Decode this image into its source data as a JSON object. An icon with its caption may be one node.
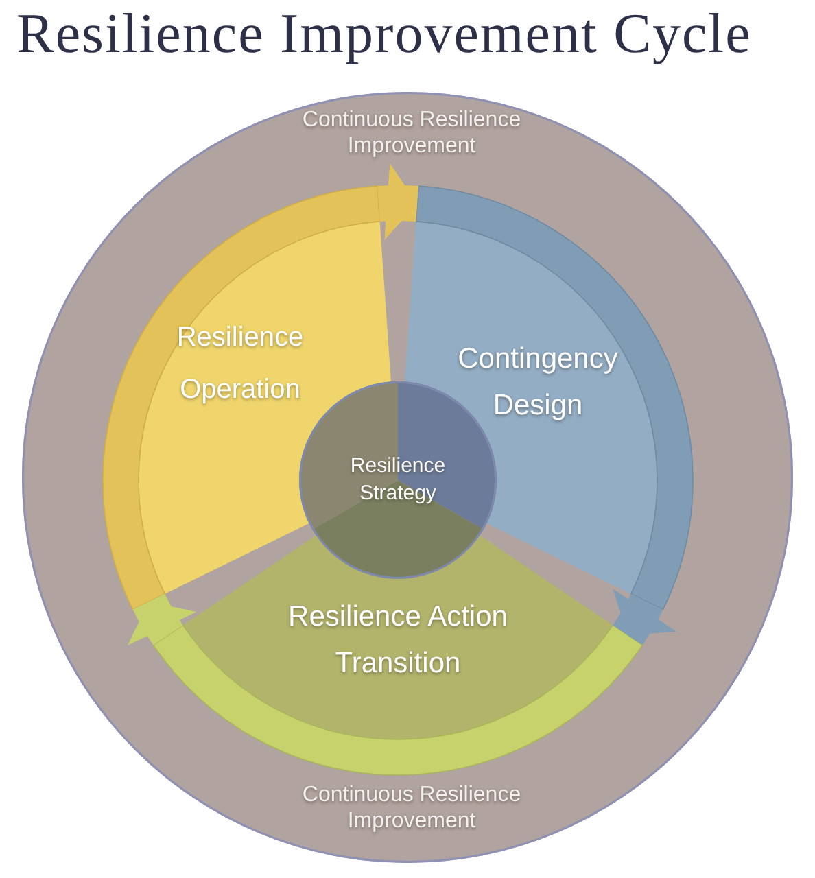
{
  "diagram": {
    "title": "Resilience Improvement Cycle",
    "nodes": [
      {
        "text": [
          "Continuous Resilience Improvement",
          "Continuous Resilience Improvement"
        ]
      },
      {
        "text": [
          "Resilience Operation"
        ],
        "in": 0
      },
      {
        "text": [
          "Contingency Design"
        ],
        "in": 0
      },
      {
        "text": [
          "Resilience Strategy"
        ],
        "in": 0
      },
      {
        "text": [
          "Resilience Action Transition"
        ],
        "in": 0
      }
    ],
    "edges": [
      {
        "from": 1,
        "to": 2,
        "arrow": "to",
        "color": "#e4c25a"
      },
      {
        "from": 2,
        "to": 4,
        "arrow": "to",
        "color": "#819db5"
      },
      {
        "from": 4,
        "to": 1,
        "arrow": "to",
        "color": "#c6d26c"
      }
    ]
  }
}
